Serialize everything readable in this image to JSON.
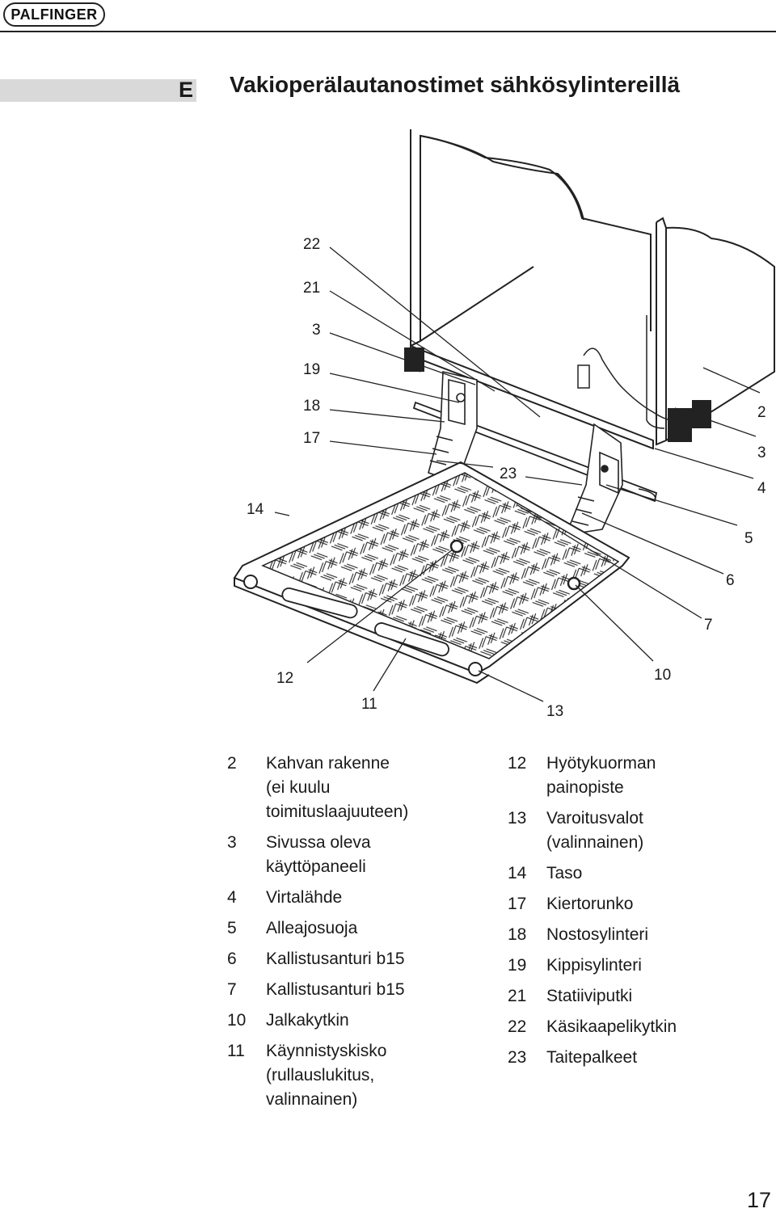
{
  "header": {
    "logo_text": "PALFINGER",
    "section_letter": "E",
    "title": "Vakioperälautanostimet sähkösylintereillä"
  },
  "diagram": {
    "callouts": [
      "22",
      "21",
      "3",
      "19",
      "18",
      "17",
      "14",
      "23",
      "2",
      "3",
      "4",
      "5",
      "6",
      "7",
      "12",
      "11",
      "13",
      "10"
    ]
  },
  "legend": {
    "left": [
      {
        "num": "2",
        "text": "Kahvan rakenne\n(ei kuulu\ntoimituslaajuuteen)"
      },
      {
        "num": "3",
        "text": "Sivussa oleva\nkäyttöpaneeli"
      },
      {
        "num": "4",
        "text": "Virtalähde"
      },
      {
        "num": "5",
        "text": "Alleajosuoja"
      },
      {
        "num": "6",
        "text": "Kallistusanturi b15"
      },
      {
        "num": "7",
        "text": "Kallistusanturi b15"
      },
      {
        "num": "10",
        "text": "Jalkakytkin"
      },
      {
        "num": "11",
        "text": "Käynnistyskisko\n(rullauslukitus,\nvalinnainen)"
      }
    ],
    "right": [
      {
        "num": "12",
        "text": "Hyötykuorman\npainopiste"
      },
      {
        "num": "13",
        "text": "Varoitusvalot\n(valinnainen)"
      },
      {
        "num": "14",
        "text": "Taso"
      },
      {
        "num": "17",
        "text": "Kiertorunko"
      },
      {
        "num": "18",
        "text": "Nostosylinteri"
      },
      {
        "num": "19",
        "text": "Kippisylinteri"
      },
      {
        "num": "21",
        "text": "Statiiviputki"
      },
      {
        "num": "22",
        "text": "Käsikaapelikytkin"
      },
      {
        "num": "23",
        "text": "Taitepalkeet"
      }
    ]
  },
  "footer": {
    "page_number": "17"
  }
}
